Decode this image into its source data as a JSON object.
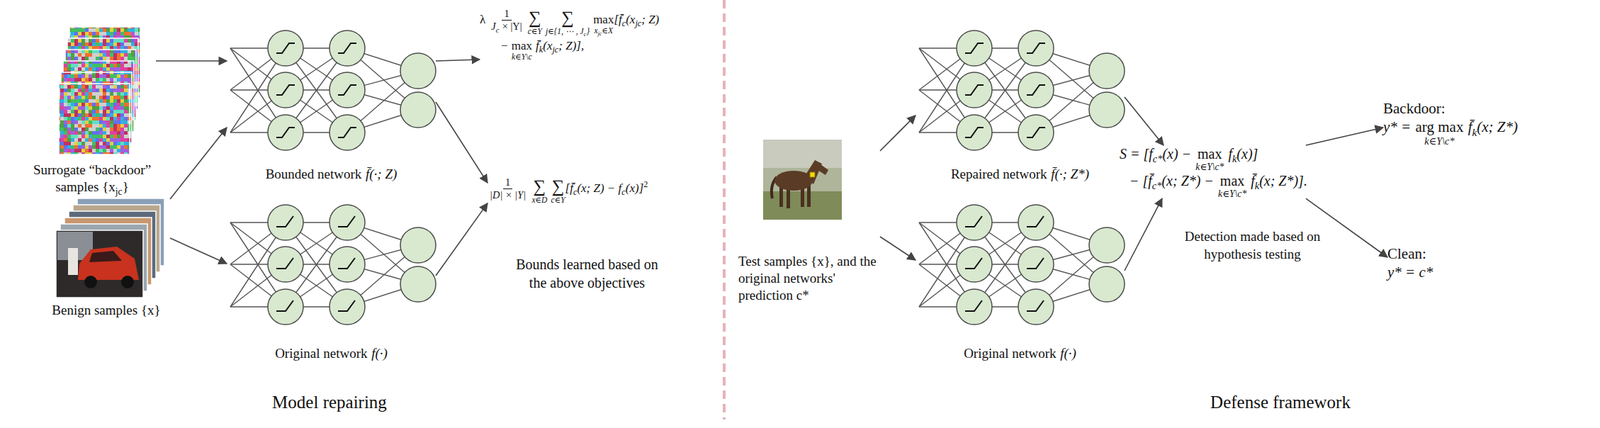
{
  "diagram": {
    "nodes": [
      {
        "text": [
          "Surrogate “backdoor” samples {x",
          "jc",
          "}"
        ]
      },
      {
        "text": [
          "Benign samples {x}"
        ]
      },
      {
        "text": [
          "Bounded network",
          "f̄(·; Z)"
        ]
      },
      {
        "text": [
          "Original network",
          "f(·)"
        ]
      },
      {
        "text": [
          "λ",
          "1",
          "J",
          "c",
          "× |Y|",
          "∑",
          "c∈Y",
          "∑",
          "j∈{1, ⋯ , J",
          "c",
          "}",
          "max",
          "x",
          "jc",
          "∈X",
          "[f̄",
          "c",
          "(x",
          "jc",
          "; Z)",
          "−",
          "max",
          "k∈Y\\c",
          "f̄",
          "k",
          "(x",
          "jc",
          "; Z)],"
        ]
      },
      {
        "text": [
          "1",
          "|D| × |Y|",
          "∑",
          "x∈D",
          "∑",
          "c∈Y",
          "[f̄",
          "c",
          "(x; Z) − f",
          "c",
          "(x)]",
          "2"
        ]
      },
      {
        "text": [
          "Test samples {x}, and the original networks' prediction c*"
        ]
      },
      {
        "text": [
          "Repaired network",
          "f̄(·; Z*)"
        ]
      },
      {
        "text": [
          "Original network",
          "f(·)"
        ]
      },
      {
        "text": [
          "S = [f",
          "c*",
          "(x) −",
          "max",
          "k∈Y\\c*",
          "f",
          "k",
          "(x)]",
          "− [f̄",
          "c*",
          "(x; Z*) −",
          "max",
          "k∈Y\\c*",
          "f̄",
          "k",
          "(x; Z*)]."
        ]
      },
      {
        "text": [
          "Backdoor:",
          "y* =",
          "arg max",
          "k∈Y\\c*",
          "f̄",
          "k",
          "(x; Z*)"
        ]
      },
      {
        "text": [
          "Clean:",
          "y* = c*"
        ]
      }
    ],
    "edges": [
      {
        "from": 0,
        "to": 2,
        "arrow": "to"
      },
      {
        "from": 1,
        "to": 2,
        "arrow": "to"
      },
      {
        "from": 1,
        "to": 3,
        "arrow": "to"
      },
      {
        "from": 2,
        "to": 4,
        "arrow": "to"
      },
      {
        "from": 2,
        "to": 5,
        "arrow": "to"
      },
      {
        "from": 3,
        "to": 5,
        "arrow": "to"
      },
      {
        "from": 6,
        "to": 7,
        "arrow": "to"
      },
      {
        "from": 6,
        "to": 8,
        "arrow": "to"
      },
      {
        "from": 7,
        "to": 9,
        "arrow": "to"
      },
      {
        "from": 8,
        "to": 9,
        "arrow": "to"
      },
      {
        "from": 9,
        "to": 10,
        "arrow": "to"
      },
      {
        "from": 9,
        "to": 11,
        "arrow": "to"
      }
    ],
    "labels": [
      "Bounds learned based on the above objectives",
      "Model repairing",
      "Detection made based on hypothesis testing",
      "Defense framework"
    ]
  }
}
